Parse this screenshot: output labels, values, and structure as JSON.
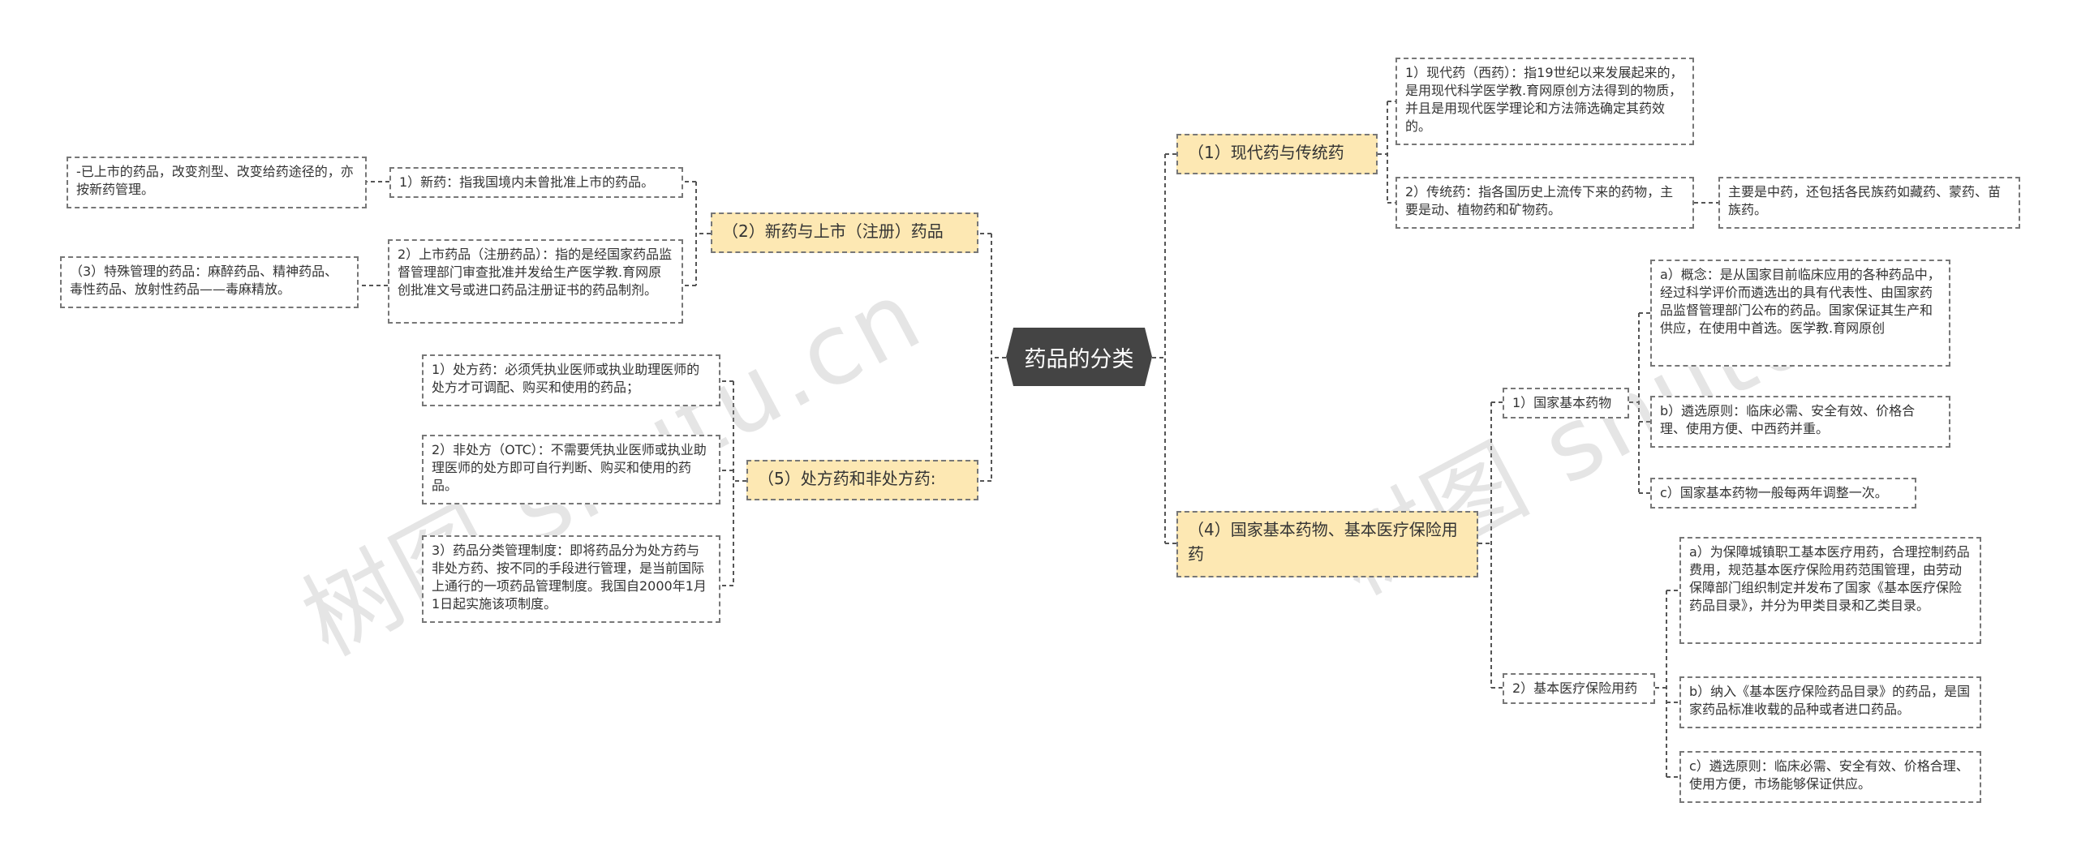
{
  "root": "药品的分类",
  "watermarks": [
    "树图 shutu.cn",
    "树图 shutu."
  ],
  "left": {
    "b2": {
      "label": "（2）新药与上市（注册）药品",
      "new_drug": "1）新药：指我国境内未曾批准上市的药品。",
      "new_drug_note": "-已上市的药品，改变剂型、改变给药途径的，亦按新药管理。",
      "listed_drug": "2）上市药品（注册药品）：指的是经国家药品监督管理部门审查批准并发给生产医学教.育网原创批准文号或进口药品注册证书的药品制剂。",
      "special": "（3）特殊管理的药品：麻醉药品、精神药品、毒性药品、放射性药品——毒麻精放。"
    },
    "b5": {
      "label": "（5）处方药和非处方药:",
      "rx": "1）处方药：必须凭执业医师或执业助理医师的处方才可调配、购买和使用的药品；",
      "otc": "2）非处方（OTC）：不需要凭执业医师或执业助理医师的处方即可自行判断、购买和使用的药品。",
      "system": "3）药品分类管理制度：即将药品分为处方药与非处方药、按不同的手段进行管理，是当前国际上通行的一项药品管理制度。我国自2000年1月1日起实施该项制度。"
    }
  },
  "right": {
    "b1": {
      "label": "（1）现代药与传统药",
      "modern": "1）现代药（西药）：指19世纪以来发展起来的，是用现代科学医学教.育网原创方法得到的物质，并且是用现代医学理论和方法筛选确定其药效的。",
      "traditional": "2）传统药：指各国历史上流传下来的药物，主要是动、植物药和矿物药。",
      "traditional_note": "主要是中药，还包括各民族药如藏药、蒙药、苗族药。"
    },
    "b4": {
      "label": "（4）国家基本药物、基本医疗保险用药",
      "essential": "1）国家基本药物",
      "essential_a": "a）概念：是从国家目前临床应用的各种药品中，经过科学评价而遴选出的具有代表性、由国家药品监督管理部门公布的药品。国家保证其生产和供应，在使用中首选。医学教.育网原创",
      "essential_b": "b）遴选原则：临床必需、安全有效、价格合理、使用方便、中西药并重。",
      "essential_c": "c）国家基本药物一般每两年调整一次。",
      "insurance": "2）基本医疗保险用药",
      "insurance_a": "a）为保障城镇职工基本医疗用药，合理控制药品费用，规范基本医疗保险用药范围管理，由劳动保障部门组织制定并发布了国家《基本医疗保险药品目录》，并分为甲类目录和乙类目录。",
      "insurance_b": "b）纳入《基本医疗保险药品目录》的药品，是国家药品标准收载的品种或者进口药品。",
      "insurance_c": "c）遴选原则：临床必需、安全有效、价格合理、使用方便，市场能够保证供应。"
    }
  }
}
